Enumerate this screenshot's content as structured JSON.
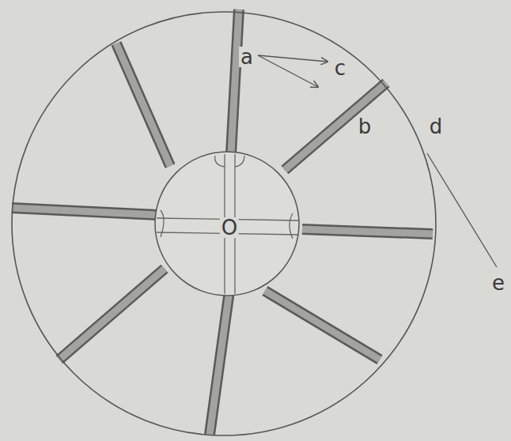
{
  "diagram": {
    "labels": [
      "a",
      "c",
      "d",
      "b",
      "O",
      "e"
    ]
  }
}
